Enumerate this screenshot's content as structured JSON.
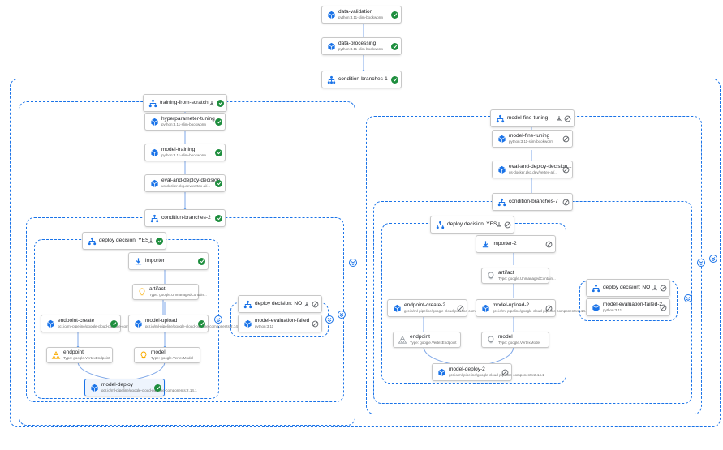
{
  "nodes": {
    "data_validation": {
      "title": "data-validation",
      "sub": "python:3.11-slim-bookworm",
      "status": "succeeded"
    },
    "data_processing": {
      "title": "data-processing",
      "sub": "python:3.11-slim-bookworm",
      "status": "succeeded"
    },
    "condition_branches_1": {
      "title": "condition-branches-1",
      "status": "succeeded"
    },
    "training_from_scratch": {
      "title": "training-from-scratch",
      "status": "succeeded"
    },
    "hyperparameter_tuning": {
      "title": "hyperparameter-tuning",
      "sub": "python:3.11-slim-bookworm",
      "status": "succeeded"
    },
    "model_training": {
      "title": "model-training",
      "sub": "python:3.11-slim-bookworm",
      "status": "succeeded"
    },
    "eval_and_deploy_decision": {
      "title": "eval-and-deploy-decision",
      "sub": "us-docker.pkg.dev/vertex-ai/...",
      "status": "succeeded"
    },
    "condition_branches_2": {
      "title": "condition-branches-2",
      "status": "succeeded"
    },
    "deploy_decision_yes": {
      "title": "deploy decision: YES",
      "status": "succeeded"
    },
    "importer": {
      "title": "importer",
      "status": "succeeded"
    },
    "artifact": {
      "title": "artifact",
      "sub": "Type: google.UnmanagedContain..."
    },
    "endpoint_create": {
      "title": "endpoint-create",
      "sub": "gcr.io/ml-pipeline/google-cloud-pipeline-components:2.14.1",
      "status": "succeeded"
    },
    "model_upload": {
      "title": "model-upload",
      "sub": "gcr.io/ml-pipeline/google-cloud-pipeline-components:2.14.1",
      "status": "succeeded"
    },
    "endpoint": {
      "title": "endpoint",
      "sub": "Type: google.VertexEndpoint"
    },
    "model": {
      "title": "model",
      "sub": "Type: google.VertexModel"
    },
    "model_deploy": {
      "title": "model-deploy",
      "sub": "gcr.io/ml-pipeline/google-cloud-pipeline-components:2.14.1",
      "status": "succeeded"
    },
    "deploy_decision_no": {
      "title": "deploy decision: NO",
      "status": "skipped"
    },
    "model_evaluation_failed": {
      "title": "model-evaluation-failed",
      "sub": "python:3.11",
      "status": "skipped"
    },
    "model_fine_tuning": {
      "title": "model-fine-tuning",
      "status": "skipped"
    },
    "model_fine_tuning_2": {
      "title": "model-fine-tuning",
      "sub": "python:3.11-slim-bookworm",
      "status": "skipped"
    },
    "eval_and_deploy_decision_2": {
      "title": "eval-and-deploy-decision...",
      "sub": "us-docker.pkg.dev/vertex-ai/...",
      "status": "skipped"
    },
    "condition_branches_7": {
      "title": "condition-branches-7",
      "status": "skipped"
    },
    "deploy_decision_yes_2": {
      "title": "deploy decision: YES",
      "status": "skipped"
    },
    "importer_2": {
      "title": "importer-2",
      "status": "skipped"
    },
    "artifact_2": {
      "title": "artifact",
      "sub": "Type: google.UnmanagedContain..."
    },
    "endpoint_create_2": {
      "title": "endpoint-create-2",
      "sub": "gcr.io/ml-pipeline/google-cloud-pipeline-components:2.14.1",
      "status": "skipped"
    },
    "model_upload_2": {
      "title": "model-upload-2",
      "sub": "gcr.io/ml-pipeline/google-cloud-pipeline-components:2.14.1",
      "status": "skipped"
    },
    "endpoint_2": {
      "title": "endpoint",
      "sub": "Type: google.VertexEndpoint"
    },
    "model_2": {
      "title": "model",
      "sub": "Type: google.VertexModel"
    },
    "model_deploy_2": {
      "title": "model-deploy-2",
      "sub": "gcr.io/ml-pipeline/google-cloud-pipeline-components:2.14.1",
      "status": "skipped"
    },
    "deploy_decision_no_2": {
      "title": "deploy decision: NO",
      "status": "skipped"
    },
    "model_evaluation_failed_2": {
      "title": "model-evaluation-failed-2",
      "sub": "python:3.11",
      "status": "skipped"
    }
  },
  "colors": {
    "accent": "#1a73e8",
    "success": "#1e8e3e",
    "skipped": "#5f6368",
    "artifact_active": "#f9ab00",
    "artifact_inactive": "#9aa0a6"
  }
}
